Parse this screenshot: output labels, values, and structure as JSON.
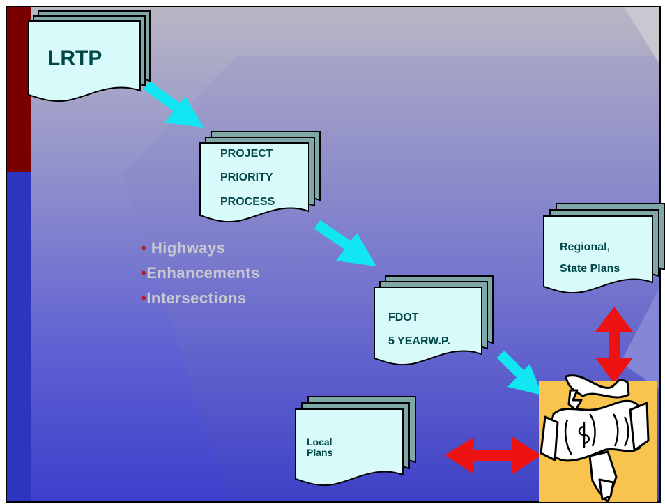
{
  "nodes": {
    "lrtp": "LRTP",
    "priority": [
      "PROJECT",
      "PRIORITY",
      "PROCESS"
    ],
    "fdot": [
      "FDOT",
      "5 YEARW.P."
    ],
    "regional": [
      "Regional,",
      "State Plans"
    ],
    "local": [
      "Local",
      "Plans"
    ]
  },
  "bullets": [
    {
      "marker": "•",
      "text": " Highways"
    },
    {
      "marker": "•",
      "text": "Enhancements"
    },
    {
      "marker": "•",
      "text": "Intersections"
    }
  ],
  "funding_icon": "money-bag-with-wings-icon",
  "colors": {
    "accent_red": "#7a0000",
    "accent_blue": "#2c34c0",
    "doc_fill": "#d8fafa",
    "doc_back": "#7fa8a8",
    "arrow_cyan": "#11e6f2",
    "arrow_red": "#ee1111",
    "money_bg": "#f8c44e"
  }
}
